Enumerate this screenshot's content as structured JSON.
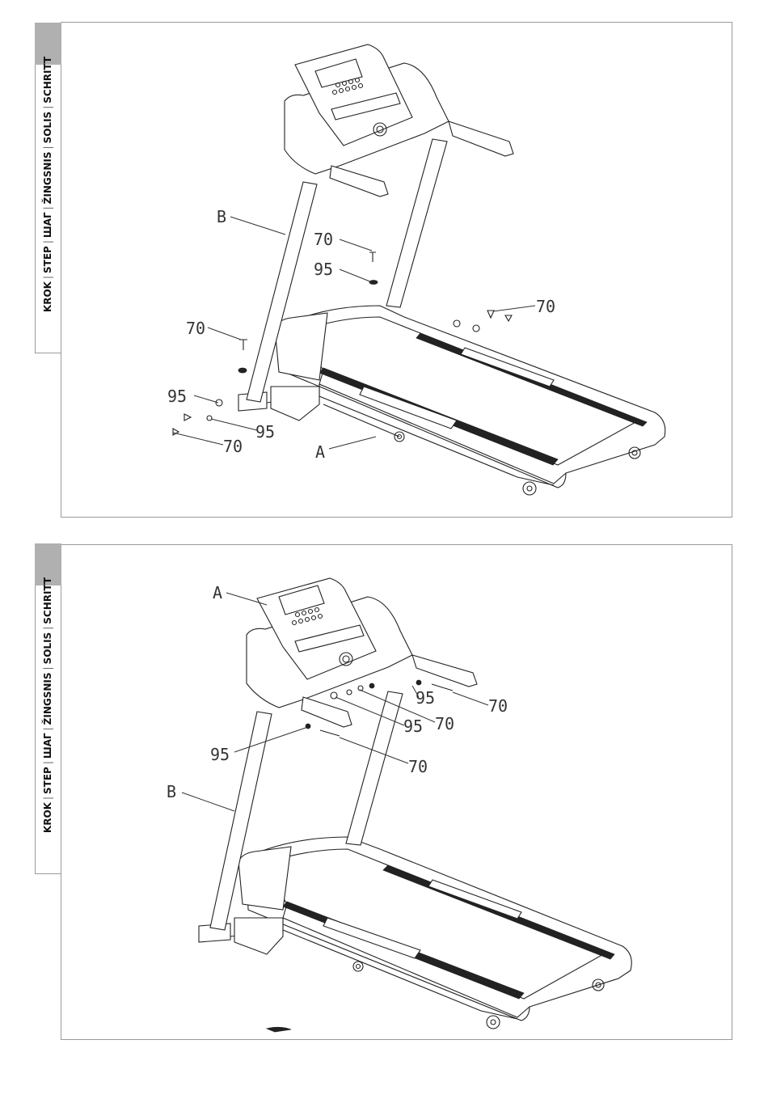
{
  "side_tab": {
    "items": [
      "KROK",
      "STEP",
      "ШАГ",
      "ŽINGSNIS",
      "SOLIS",
      "SCHRITT"
    ]
  },
  "diagram1": {
    "labels": {
      "b": "B",
      "a": "A",
      "p70_top": "70",
      "p95_top": "95",
      "p70_right": "70",
      "p70_left": "70",
      "p95_left": "95",
      "p95_bottom": "95",
      "p70_bottom": "70"
    }
  },
  "diagram2": {
    "labels": {
      "a": "A",
      "b": "B",
      "p95_a": "95",
      "p70_a": "70",
      "p95_b": "95",
      "p70_b": "70",
      "p95_left": "95",
      "p70_c": "70"
    }
  }
}
